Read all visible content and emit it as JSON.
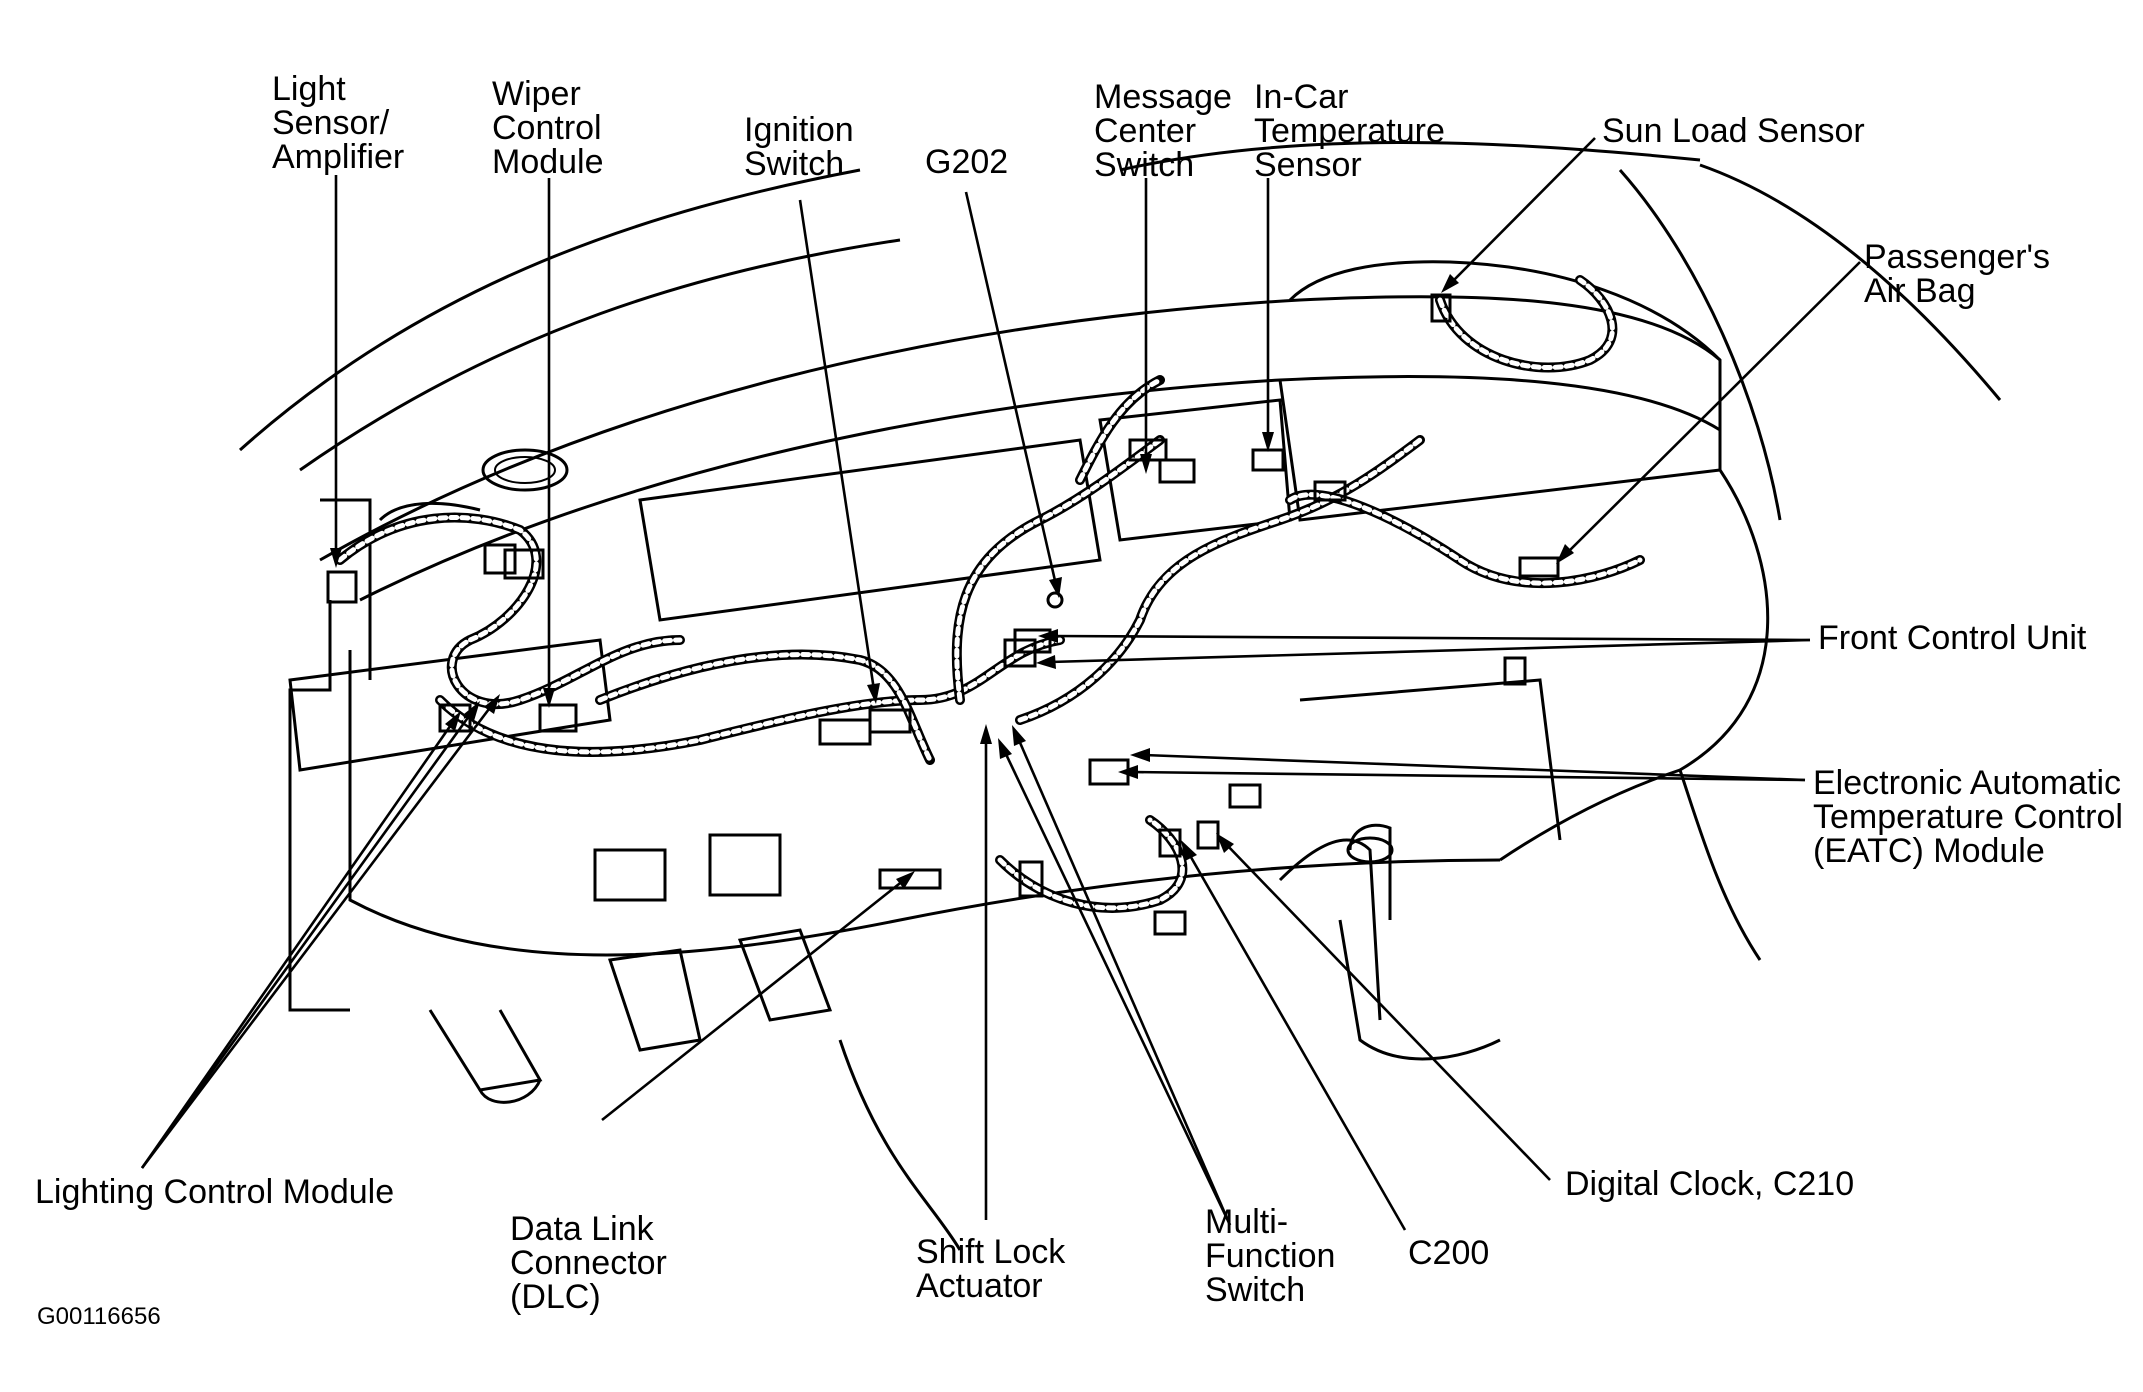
{
  "labels": {
    "light_sensor": [
      "Light",
      "Sensor/",
      "Amplifier"
    ],
    "wiper_control": [
      "Wiper",
      "Control",
      "Module"
    ],
    "ignition_switch": [
      "Ignition",
      "Switch"
    ],
    "g202": [
      "G202"
    ],
    "message_center": [
      "Message",
      "Center",
      "Switch"
    ],
    "incar_temp": [
      "In-Car",
      "Temperature",
      "Sensor"
    ],
    "sun_load": [
      "Sun Load Sensor"
    ],
    "passenger_airbag": [
      "Passenger's",
      "Air Bag"
    ],
    "front_control": [
      "Front Control Unit"
    ],
    "eatc": [
      "Electronic Automatic",
      "Temperature Control",
      "(EATC) Module"
    ],
    "lighting_control": [
      "Lighting Control Module"
    ],
    "data_link": [
      "Data Link",
      "Connector",
      "(DLC)"
    ],
    "shift_lock": [
      "Shift Lock",
      "Actuator"
    ],
    "multi_function": [
      "Multi-",
      "Function",
      "Switch"
    ],
    "c200": [
      "C200"
    ],
    "digital_clock": [
      "Digital Clock, C210"
    ]
  },
  "figure_id": "G00116656"
}
